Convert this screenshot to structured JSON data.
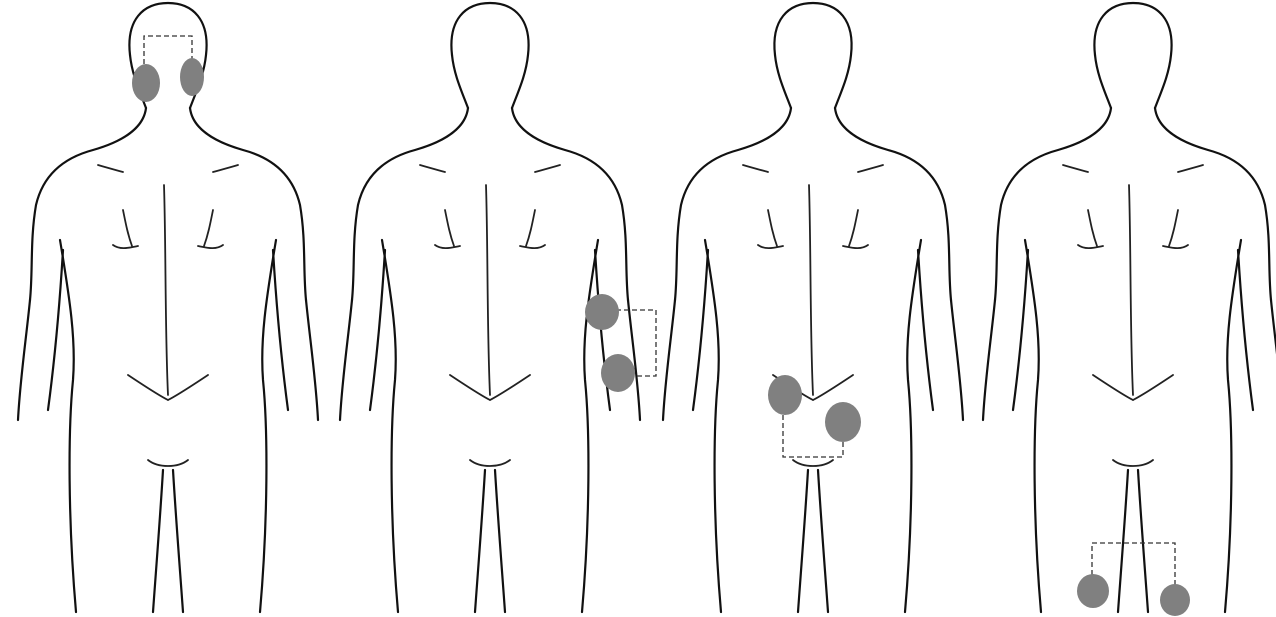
{
  "colors": {
    "background": "#ffffff",
    "outline": "#111111",
    "electrode": "#808080",
    "connector": "#333333"
  },
  "figures": [
    {
      "name": "figure-1",
      "placement": "neck"
    },
    {
      "name": "figure-2",
      "placement": "left-arm"
    },
    {
      "name": "figure-3",
      "placement": "lower-back"
    },
    {
      "name": "figure-4",
      "placement": "thighs"
    }
  ]
}
